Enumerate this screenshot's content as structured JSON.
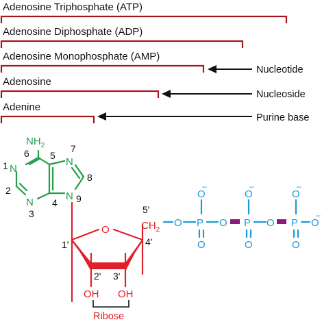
{
  "colors": {
    "bracket": "#a3171d",
    "adenine": "#1e9e45",
    "ribose": "#e0202a",
    "phosphate": "#1a9ad6",
    "high_energy_bond": "#8b1a7a",
    "text": "#111111"
  },
  "brackets": {
    "atp": "Adenosine Triphosphate (ATP)",
    "adp": "Adenosine Diphosphate (ADP)",
    "amp": "Adenosine Monophosphate (AMP)",
    "adenosine": "Adenosine",
    "adenine": "Adenine"
  },
  "arrow_labels": {
    "nucleotide": "Nucleotide",
    "nucleoside": "Nucleoside",
    "purine_base": "Purine base"
  },
  "adenine": {
    "nh2_n": "NH",
    "nh2_sub": "2",
    "atoms": {
      "n1": "N",
      "n3": "N",
      "n7": "N",
      "n9": "N"
    },
    "numbers": {
      "n1": "1",
      "c2": "2",
      "n3": "3",
      "c4": "4",
      "c5": "5",
      "c6": "6",
      "n7": "7",
      "c8": "8",
      "n9": "9"
    }
  },
  "ribose": {
    "ring_o": "O",
    "ch2_c": "CH",
    "ch2_sub": "2",
    "oh_2": "OH",
    "oh_3": "OH",
    "label": "Ribose",
    "numbers": {
      "c1": "1'",
      "c2": "2'",
      "c3": "3'",
      "c4": "4'",
      "c5": "5'"
    }
  },
  "phosphates": {
    "bridge_o": "O",
    "p": "P",
    "o": "O",
    "o_minus": "O",
    "minus": "–"
  }
}
